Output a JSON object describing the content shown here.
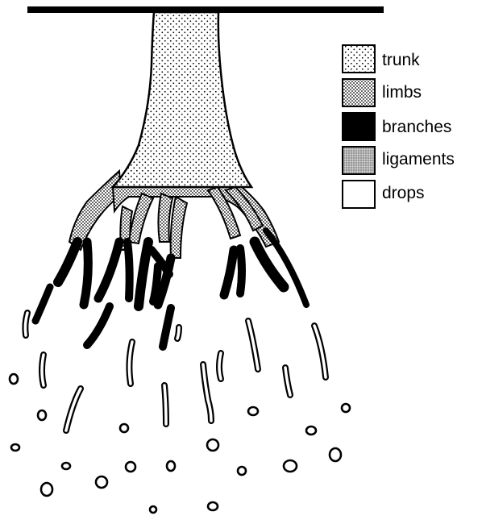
{
  "legend": {
    "items": [
      {
        "label": "trunk",
        "pattern": "sparse-dots"
      },
      {
        "label": "limbs",
        "pattern": "dense-dots"
      },
      {
        "label": "branches",
        "pattern": "solid-black"
      },
      {
        "label": "ligaments",
        "pattern": "gray-stipple"
      },
      {
        "label": "drops",
        "pattern": "white"
      }
    ]
  },
  "colors": {
    "ink": "#000000",
    "paper": "#ffffff",
    "stipple_gray": "#9a9a9a"
  }
}
